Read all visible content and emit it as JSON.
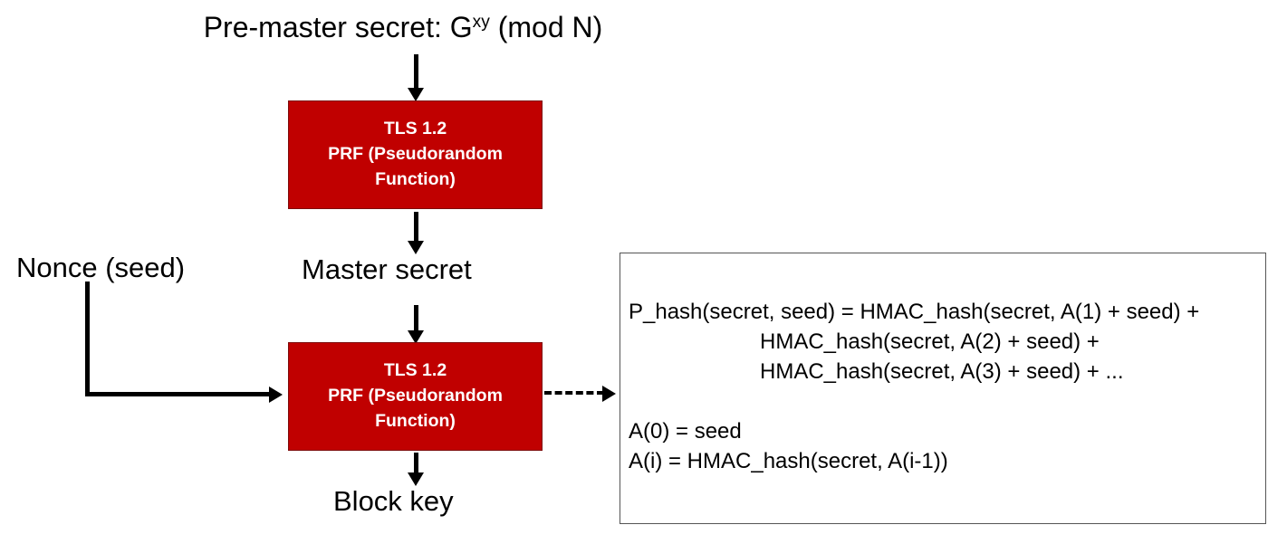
{
  "diagram": {
    "title": {
      "prefix": "Pre-master secret: G",
      "superscript": "xy",
      "suffix": " (mod N)",
      "full_text": "Pre-master secret: G^xy (mod N)"
    },
    "labels": {
      "nonce": "Nonce (seed)",
      "master_secret": "Master secret",
      "block_key": "Block key"
    },
    "prf_boxes": [
      {
        "id": "prf-box-1",
        "line1": "TLS 1.2",
        "line2": "PRF (Pseudorandom",
        "line3": "Function)",
        "fill_color": "#C00000",
        "border_color": "#7D0B0B",
        "text_color": "#FFFFFF"
      },
      {
        "id": "prf-box-2",
        "line1": "TLS 1.2",
        "line2": "PRF (Pseudorandom",
        "line3": "Function)",
        "fill_color": "#C00000",
        "border_color": "#7D0B0B",
        "text_color": "#FFFFFF"
      }
    ],
    "formula_box": {
      "border_color": "#555555",
      "lines": [
        "P_hash(secret, seed) = HMAC_hash(secret, A(1) + seed) +",
        "HMAC_hash(secret, A(2) + seed) +",
        "HMAC_hash(secret, A(3) + seed) + ...",
        "A(0) = seed",
        "A(i) = HMAC_hash(secret, A(i-1))"
      ]
    },
    "connectors": [
      {
        "name": "premaster-to-prf1",
        "style": "solid",
        "direction": "down"
      },
      {
        "name": "prf1-to-master",
        "style": "solid",
        "direction": "down"
      },
      {
        "name": "master-to-prf2",
        "style": "solid",
        "direction": "down"
      },
      {
        "name": "prf2-to-blockkey",
        "style": "solid",
        "direction": "down"
      },
      {
        "name": "nonce-to-prf2",
        "style": "solid",
        "direction": "right"
      },
      {
        "name": "prf2-to-formula-box",
        "style": "dashed",
        "direction": "right"
      }
    ]
  }
}
